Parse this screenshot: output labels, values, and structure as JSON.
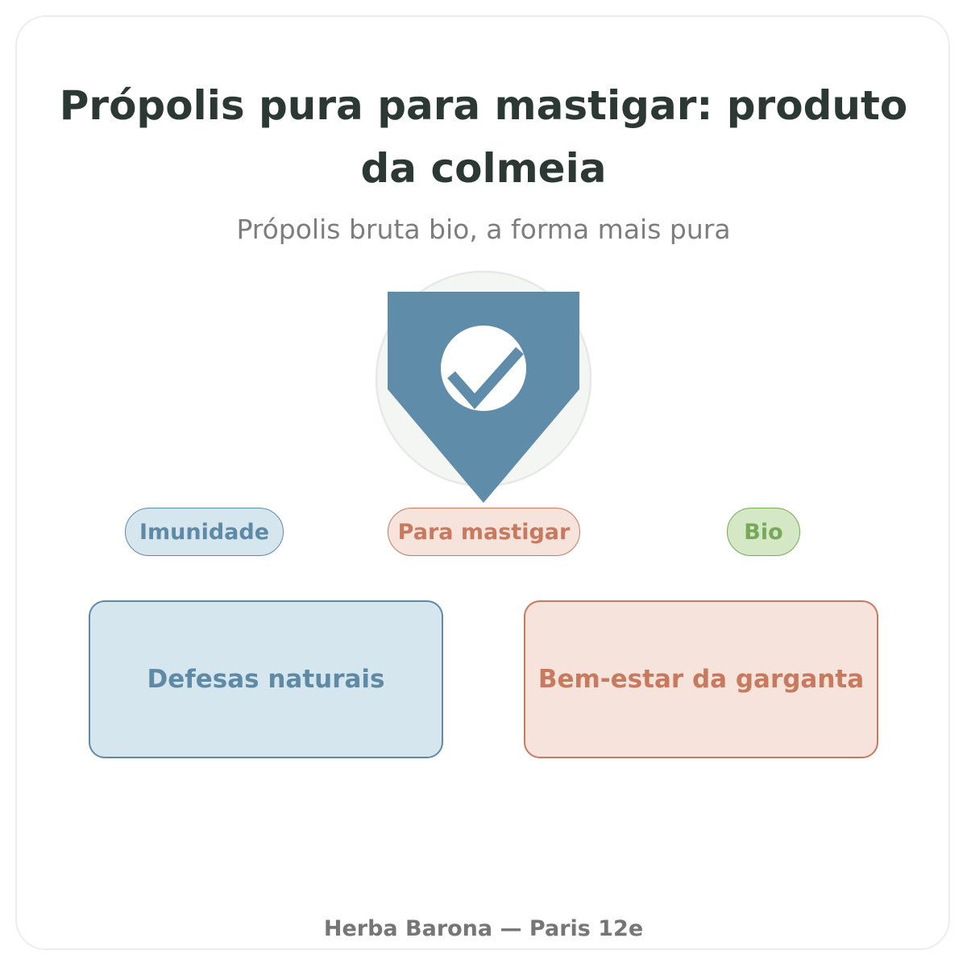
{
  "title": "Própolis pura para mastigar: produto da colmeia",
  "subtitle": "Própolis bruta bio, a forma mais pura",
  "emblem": {
    "icon": "shield-check-icon"
  },
  "tags": [
    {
      "label": "Imunidade",
      "color": "#5f8aa5",
      "fill": "#d6e6ef"
    },
    {
      "label": "Para mastigar",
      "color": "#c77a5e",
      "fill": "#f6e3db"
    },
    {
      "label": "Bio",
      "color": "#79a85c",
      "fill": "#d4e8c6"
    }
  ],
  "cards": [
    {
      "label": "Defesas naturais",
      "color": "#5f8aa5",
      "fill": "#d6e6ef"
    },
    {
      "label": "Bem-estar da garganta",
      "color": "#c77a5e",
      "fill": "#f6e3db"
    }
  ],
  "footer": "Herba Barona — Paris 12e"
}
